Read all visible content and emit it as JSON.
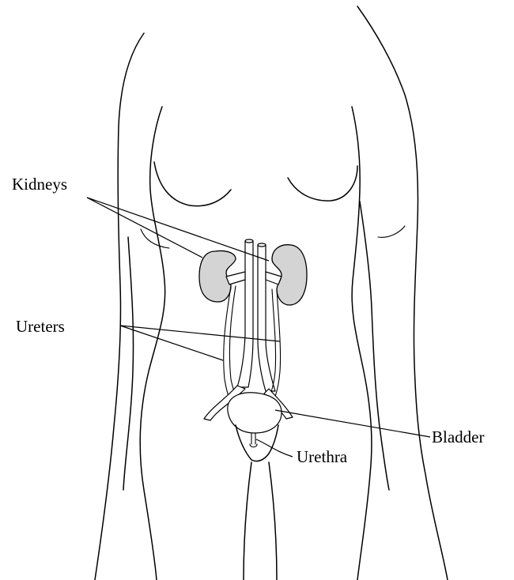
{
  "labels": {
    "kidneys": "Kidneys",
    "ureters": "Ureters",
    "bladder": "Bladder",
    "urethra": "Urethra"
  },
  "colors": {
    "organ_fill": "#d4d4d4",
    "line": "#000000",
    "background": "#ffffff"
  }
}
